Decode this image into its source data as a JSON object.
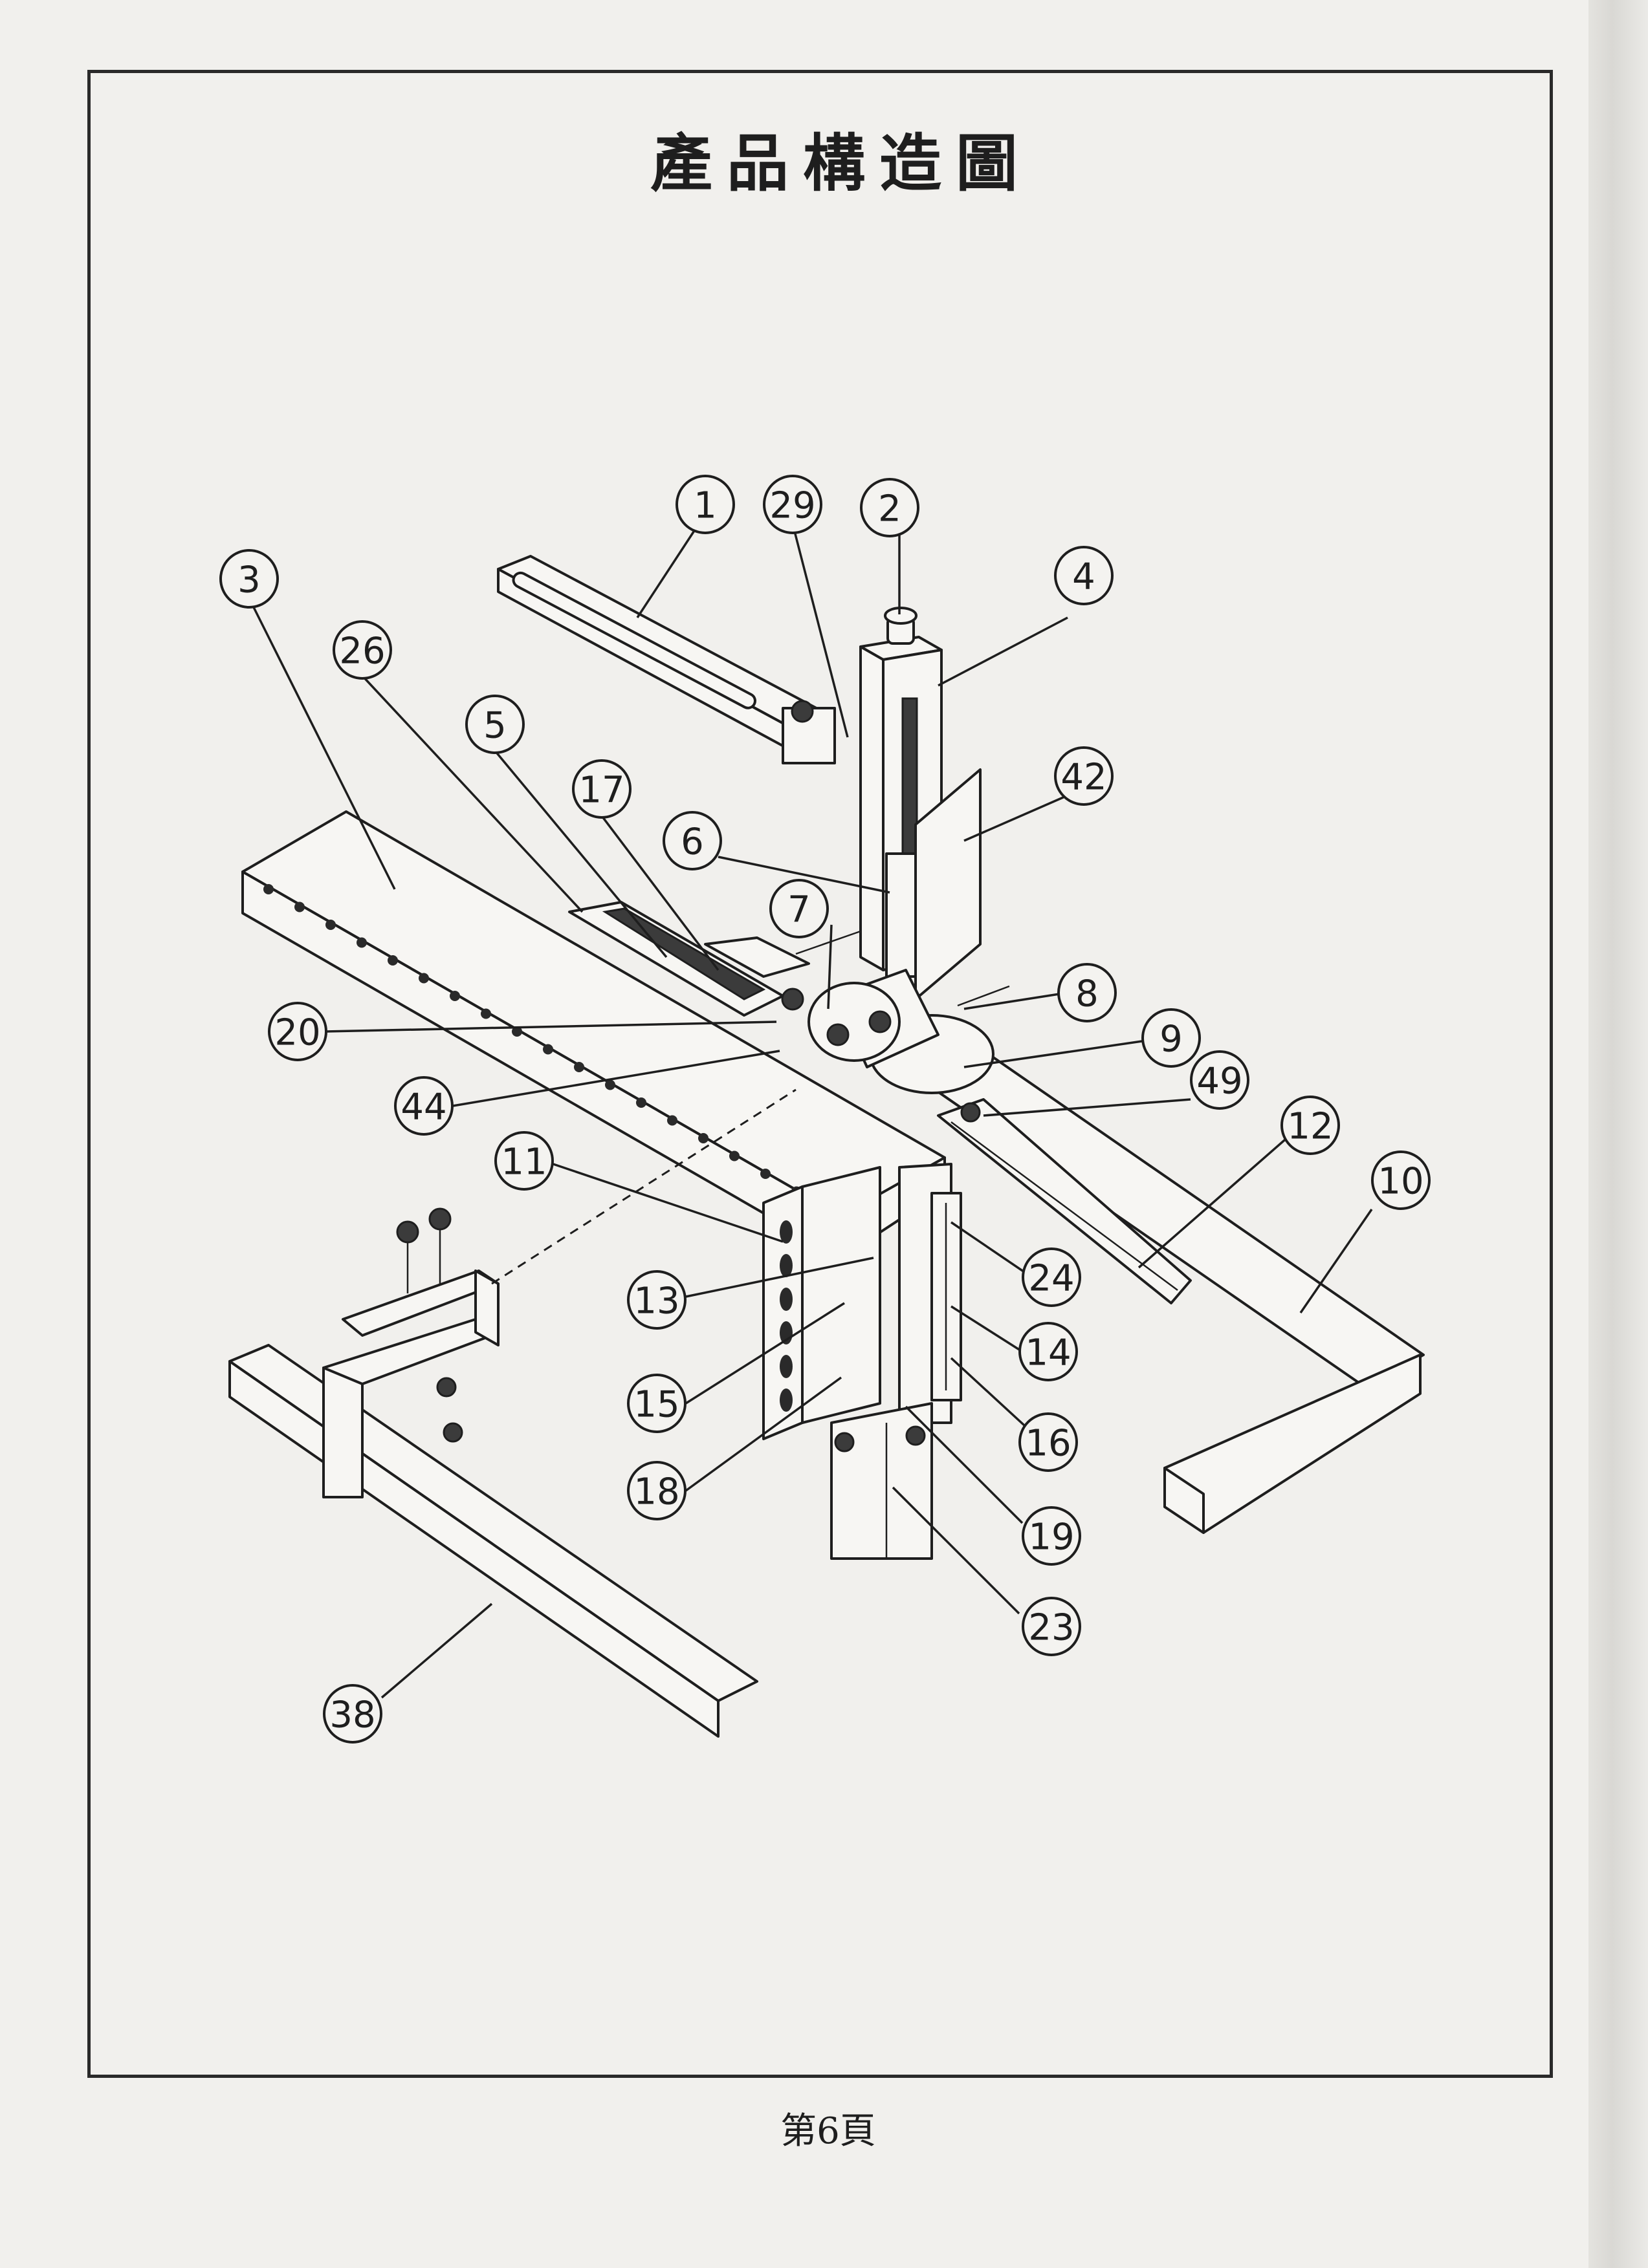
{
  "page": {
    "title": "產品構造圖",
    "page_number": "第6頁"
  },
  "callouts": [
    "1",
    "2",
    "3",
    "4",
    "5",
    "6",
    "7",
    "8",
    "9",
    "10",
    "11",
    "12",
    "13",
    "14",
    "15",
    "16",
    "17",
    "18",
    "19",
    "20",
    "23",
    "24",
    "26",
    "29",
    "38",
    "42",
    "44",
    "49"
  ]
}
